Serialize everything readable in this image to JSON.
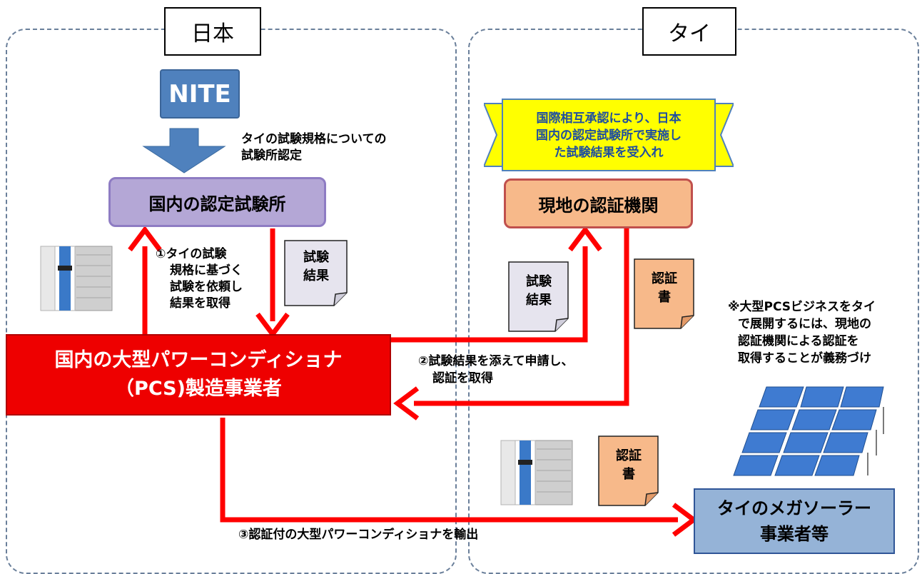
{
  "regions": {
    "japan_label": "日本",
    "thailand_label": "タイ"
  },
  "nite": {
    "label": "NITE"
  },
  "accreditation_note": [
    "タイの試験規格についての",
    "試験所認定"
  ],
  "domestic_lab": {
    "label": "国内の認定試験所"
  },
  "banner": {
    "lines": [
      "国際相互承認により、日本",
      "国内の認定試験所で実施し",
      "た試験結果を受入れ"
    ]
  },
  "local_cert_body": {
    "label": "現地の認証機関"
  },
  "step1_note": [
    "①タイの試験",
    "規格に基づく",
    "試験を依頼し",
    "結果を取得"
  ],
  "test_result_doc_1": {
    "lines": [
      "試験",
      "結果"
    ]
  },
  "test_result_doc_2": {
    "lines": [
      "試験",
      "結果"
    ]
  },
  "certificate_doc_1": {
    "lines": [
      "認証",
      "書"
    ]
  },
  "certificate_doc_2": {
    "lines": [
      "認証",
      "書"
    ]
  },
  "manufacturer": {
    "lines": [
      "国内の大型パワーコンディショナ",
      "（PCS)製造事業者"
    ]
  },
  "step2_note": [
    "②試験結果を添えて申請し、",
    "認証を取得"
  ],
  "side_note": [
    "※大型PCSビジネスをタイ",
    "で展開するには、現地の",
    "認証機関による認証を",
    "取得することが義務づけ"
  ],
  "mega_solar": {
    "lines": [
      "タイのメガソーラー",
      "事業者等"
    ]
  },
  "step3_note": "③認証付の大型パワーコンディショナを輸出",
  "colors": {
    "arrow_red": "#ff0000",
    "nite_blue": "#4f81bd",
    "lab_purple": "#b4a7d6",
    "cert_orange": "#f7b98a",
    "banner_yellow": "#ffff00",
    "mega_blue": "#95b3d7",
    "doc_gray": "#e6e4ee"
  }
}
